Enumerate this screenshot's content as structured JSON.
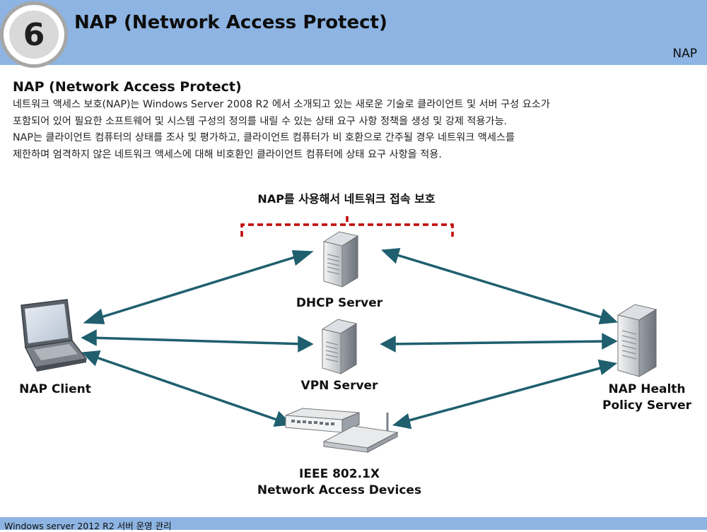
{
  "slide": {
    "number": "6",
    "title": "NAP (Network Access Protect)",
    "section_tag": "NAP"
  },
  "content": {
    "heading": "NAP (Network Access Protect)",
    "lines": [
      " 네트워크 액세스 보호(NAP)는 Windows Server 2008 R2 에서 소개되고 있는 새로운 기술로 클라이언트 및 서버 구성 요소가",
      "포함되어 있어 필요한 소프트웨어 및 시스템 구성의 정의를 내릴 수 있는 상태 요구 사항 정책을 생성 및 강제 적용가능.",
      " NAP는 클라이언트 컴퓨터의 상태를 조사 및 평가하고, 클라이언트 컴퓨터가 비 호환으로 간주될 경우 네트워크 액세스를",
      "제한하며 엄격하지 않은 네트워크 액세스에 대해 비호환인 클라이언트 컴퓨터에 상태 요구 사항을 적용."
    ]
  },
  "diagram": {
    "title": "NAP를 사용해서 네트워크 접속 보호",
    "nodes": {
      "client": "NAP Client",
      "dhcp": "DHCP Server",
      "vpn": "VPN Server",
      "ieee_line1": "IEEE 802.1X",
      "ieee_line2": "Network Access Devices",
      "health_line1": "NAP Health",
      "health_line2": "Policy Server"
    },
    "colors": {
      "arrow": "#1f5f6e",
      "bracket": "#c00000",
      "header": "#8db4e2"
    }
  },
  "footer": {
    "text": "Windows server 2012 R2 서버 운영 관리"
  }
}
